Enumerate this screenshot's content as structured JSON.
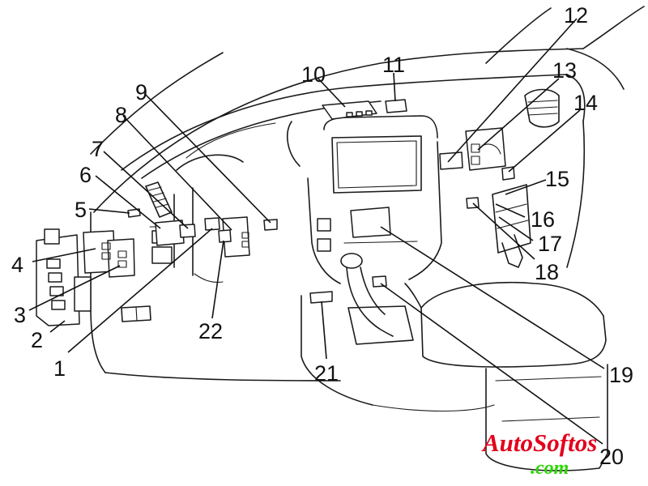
{
  "diagram": {
    "callouts": [
      {
        "label": "1"
      },
      {
        "label": "2"
      },
      {
        "label": "3"
      },
      {
        "label": "4"
      },
      {
        "label": "5"
      },
      {
        "label": "6"
      },
      {
        "label": "7"
      },
      {
        "label": "8"
      },
      {
        "label": "9"
      },
      {
        "label": "10"
      },
      {
        "label": "11"
      },
      {
        "label": "12"
      },
      {
        "label": "13"
      },
      {
        "label": "14"
      },
      {
        "label": "15"
      },
      {
        "label": "16"
      },
      {
        "label": "17"
      },
      {
        "label": "18"
      },
      {
        "label": "19"
      },
      {
        "label": "20"
      },
      {
        "label": "21"
      },
      {
        "label": "22"
      }
    ]
  },
  "watermark": {
    "line1": "AutoSoftos",
    "line2": ".com",
    "colors": {
      "line1": "#e3001b",
      "line2": "#2bd600"
    }
  }
}
